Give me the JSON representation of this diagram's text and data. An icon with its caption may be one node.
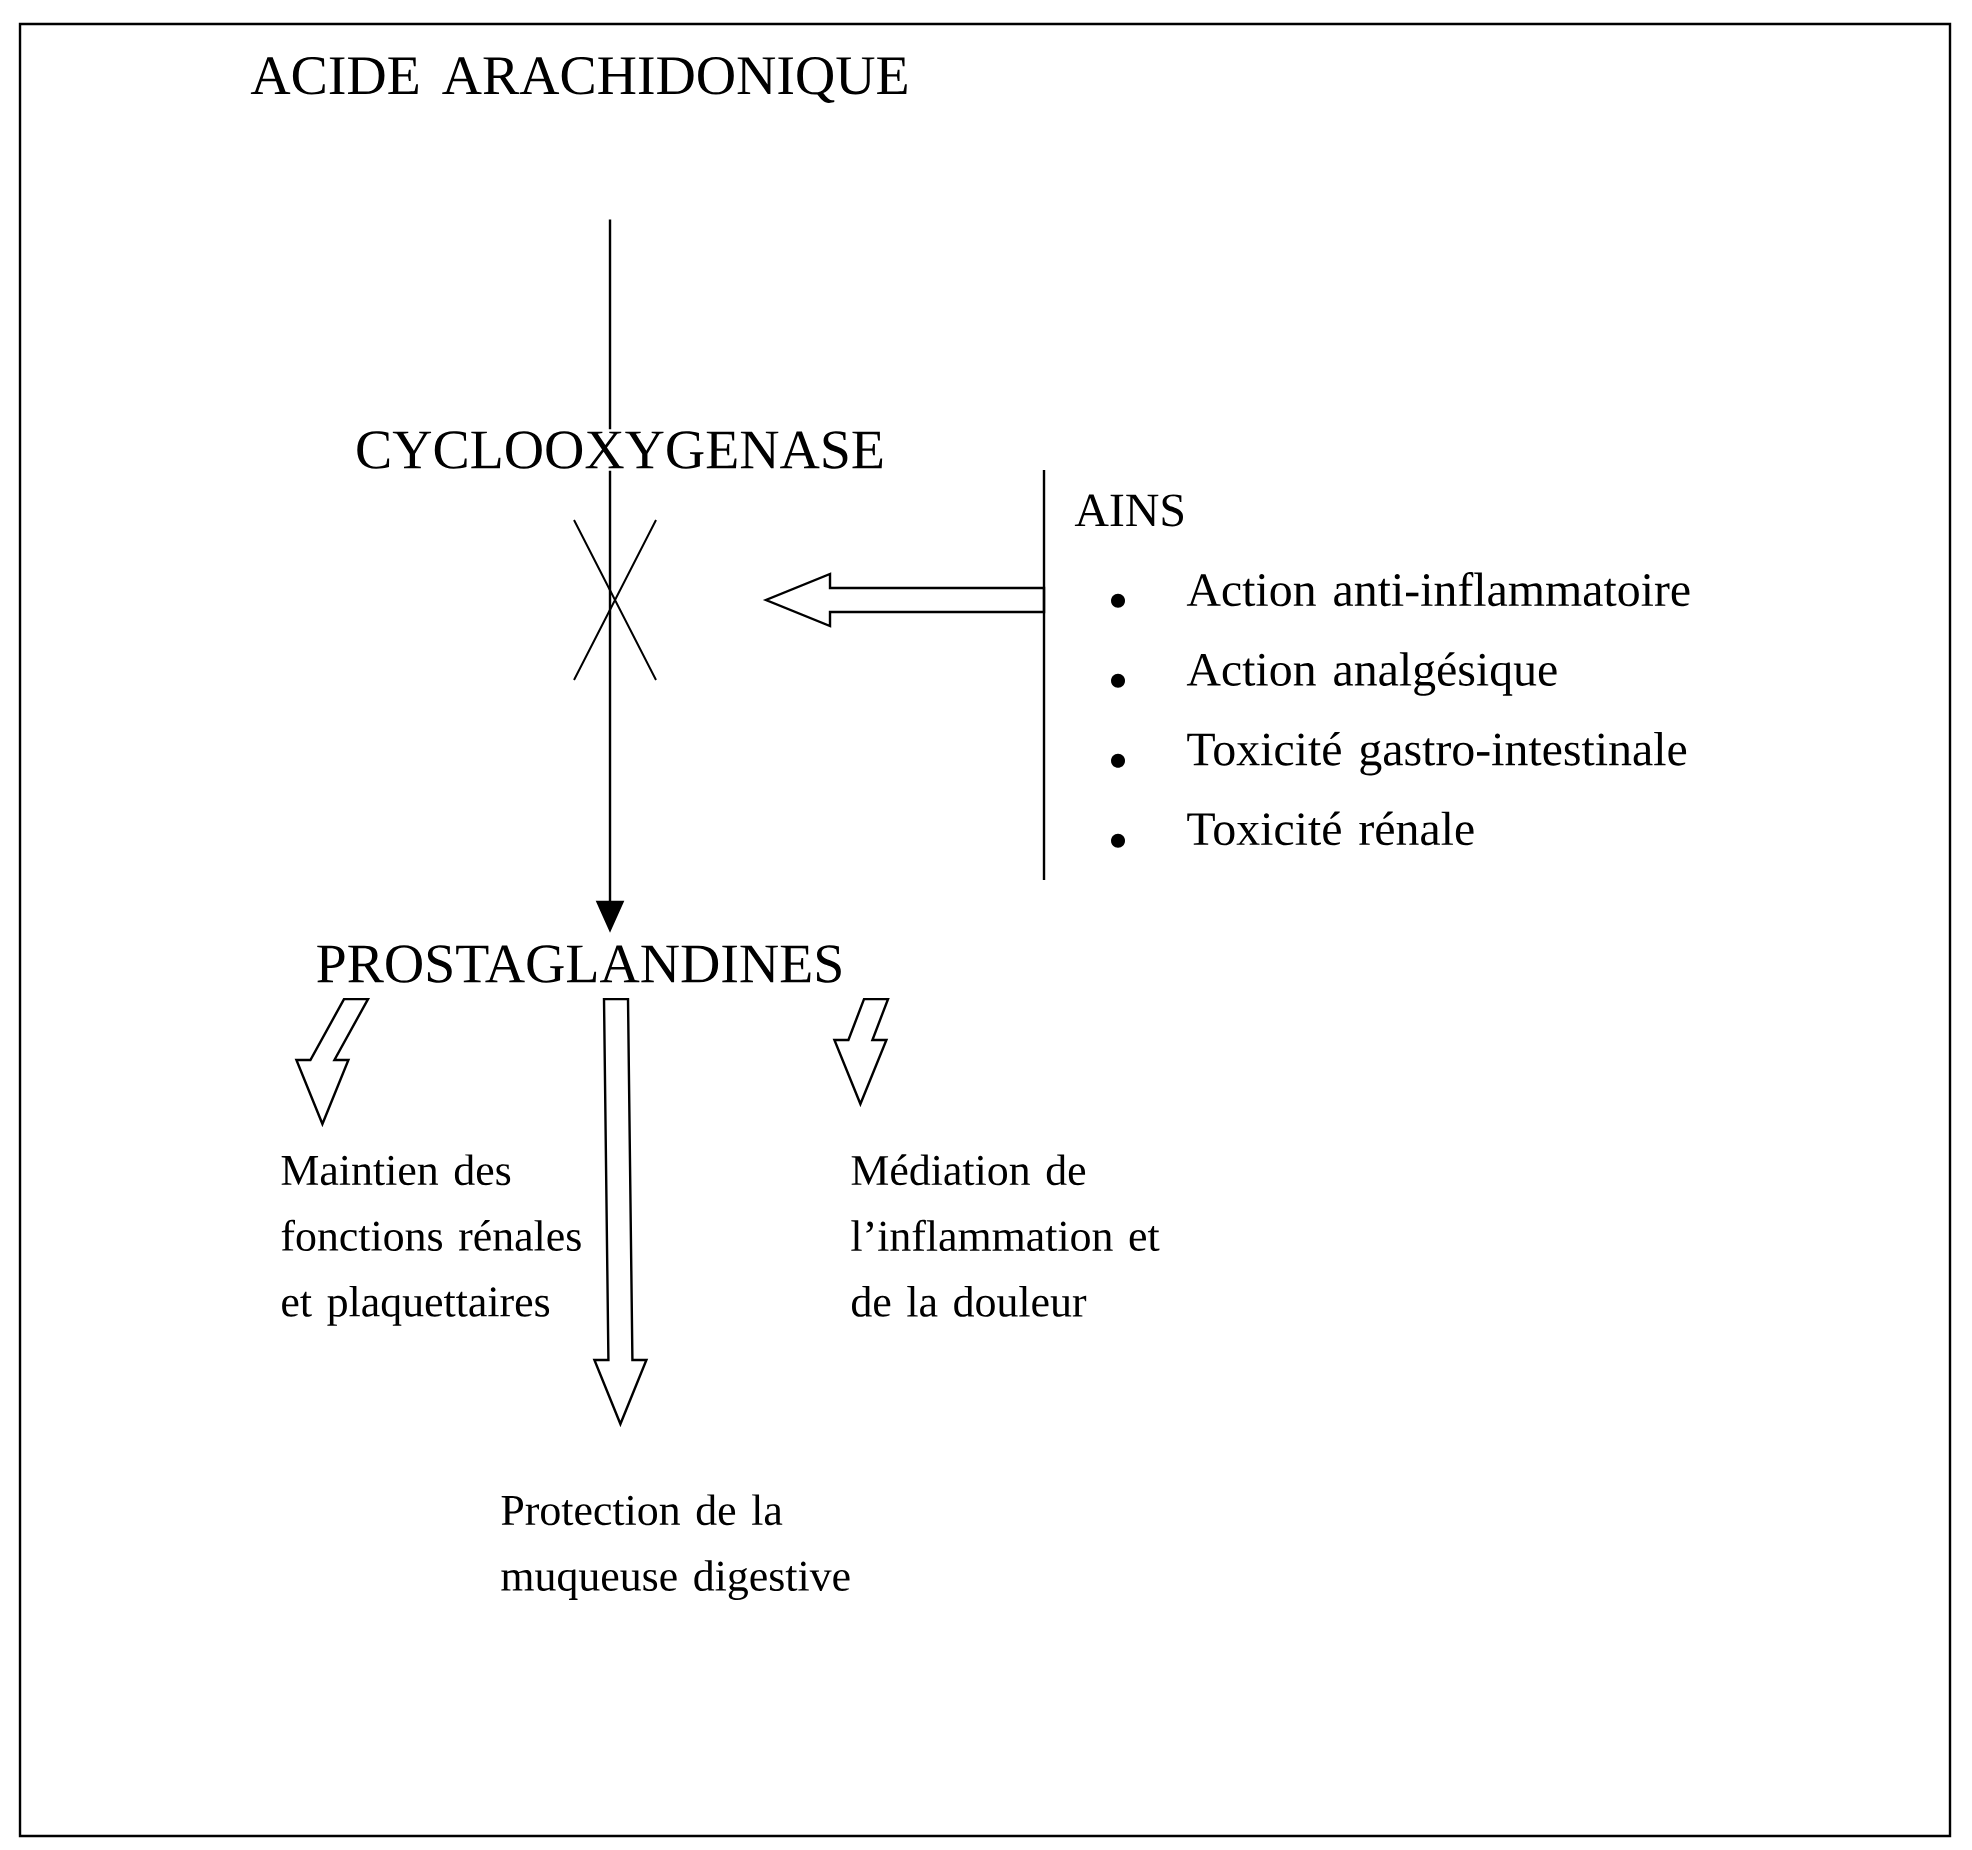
{
  "diagram": {
    "nodes": [
      {
        "text": [
          "ACIDE ARACHIDONIQUE"
        ]
      },
      {
        "text": [
          "PROSTAGLANDINES"
        ]
      },
      {
        "text": [
          "AINS",
          "Action anti-inflammatoire",
          "Action analgésique",
          "Toxicité gastro-intestinale",
          "Toxicité rénale"
        ]
      },
      {
        "text": [
          "Maintien des fonctions rénales et plaquettaires"
        ]
      },
      {
        "text": [
          "Médiation de l’inflammation et de la douleur"
        ]
      },
      {
        "text": [
          "Protection de la muqueuse digestive"
        ]
      }
    ],
    "edges": [
      {
        "from": 0,
        "to": 1,
        "arrow": "to",
        "label": "CYCLOOXYGENASE"
      },
      {
        "from": 2,
        "to": null,
        "arrow": "to"
      },
      {
        "from": 1,
        "to": 3,
        "arrow": "to"
      },
      {
        "from": 1,
        "to": 5,
        "arrow": "to"
      },
      {
        "from": 1,
        "to": 4,
        "arrow": "to"
      }
    ]
  }
}
